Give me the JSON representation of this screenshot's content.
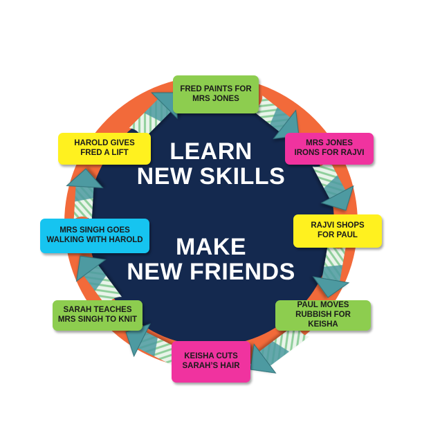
{
  "center": {
    "top_lines": [
      "LEARN",
      "NEW SKILLS"
    ],
    "bottom_lines": [
      "MAKE",
      "NEW FRIENDS"
    ]
  },
  "colors": {
    "ring": "#f26a3a",
    "disc": "#14294f",
    "arrow": "#4e9aa1",
    "arrow_dark": "#2f7077",
    "stripe_light": "#e9f4ea",
    "stripe_green": "#8fcf9b",
    "green": "#8dcd4f",
    "magenta": "#f0339f",
    "yellow": "#fff11f",
    "cyan": "#16c4f0"
  },
  "boxes": [
    {
      "id": "fred",
      "lines": [
        "FRED PAINTS FOR",
        "MRS JONES"
      ],
      "color": "#8dcd4f"
    },
    {
      "id": "mrsjones",
      "lines": [
        "MRS JONES",
        "IRONS FOR RAJVI"
      ],
      "color": "#f0339f"
    },
    {
      "id": "rajvi",
      "lines": [
        "RAJVI SHOPS",
        "FOR PAUL"
      ],
      "color": "#fff11f"
    },
    {
      "id": "paul",
      "lines": [
        "PAUL MOVES",
        "RUBBISH FOR KEISHA"
      ],
      "color": "#8dcd4f"
    },
    {
      "id": "keisha",
      "lines": [
        "KEISHA CUTS",
        "SARAH’S HAIR"
      ],
      "color": "#f0339f"
    },
    {
      "id": "sarah",
      "lines": [
        "SARAH TEACHES",
        "MRS SINGH TO KNIT"
      ],
      "color": "#8dcd4f"
    },
    {
      "id": "mrssingh",
      "lines": [
        "MRS SINGH GOES",
        "WALKING WITH HAROLD"
      ],
      "color": "#16c4f0"
    },
    {
      "id": "harold",
      "lines": [
        "HAROLD GIVES",
        "FRED A LIFT"
      ],
      "color": "#fff11f"
    }
  ]
}
